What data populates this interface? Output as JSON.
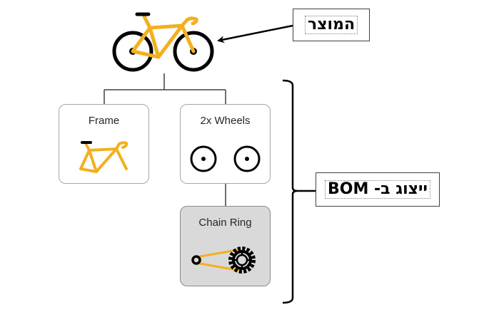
{
  "diagram": {
    "colors": {
      "accent": "#f2b01e",
      "line": "#000000",
      "connector": "#404040",
      "node_border": "#a6a6a6",
      "highlight_fill": "#d9d9d9"
    },
    "root": {
      "label": "",
      "icon": "bicycle-icon"
    },
    "nodes": [
      {
        "id": "frame",
        "label": "Frame",
        "icon": "bike-frame-icon",
        "highlighted": false
      },
      {
        "id": "wheels",
        "label": "2x Wheels",
        "icon": "wheel-icon",
        "highlighted": false
      },
      {
        "id": "chain-ring",
        "label": "Chain Ring",
        "icon": "chain-ring-icon",
        "highlighted": true
      }
    ],
    "callouts": {
      "product": "המוצר",
      "bom": "ייצוג ב- BOM"
    }
  }
}
